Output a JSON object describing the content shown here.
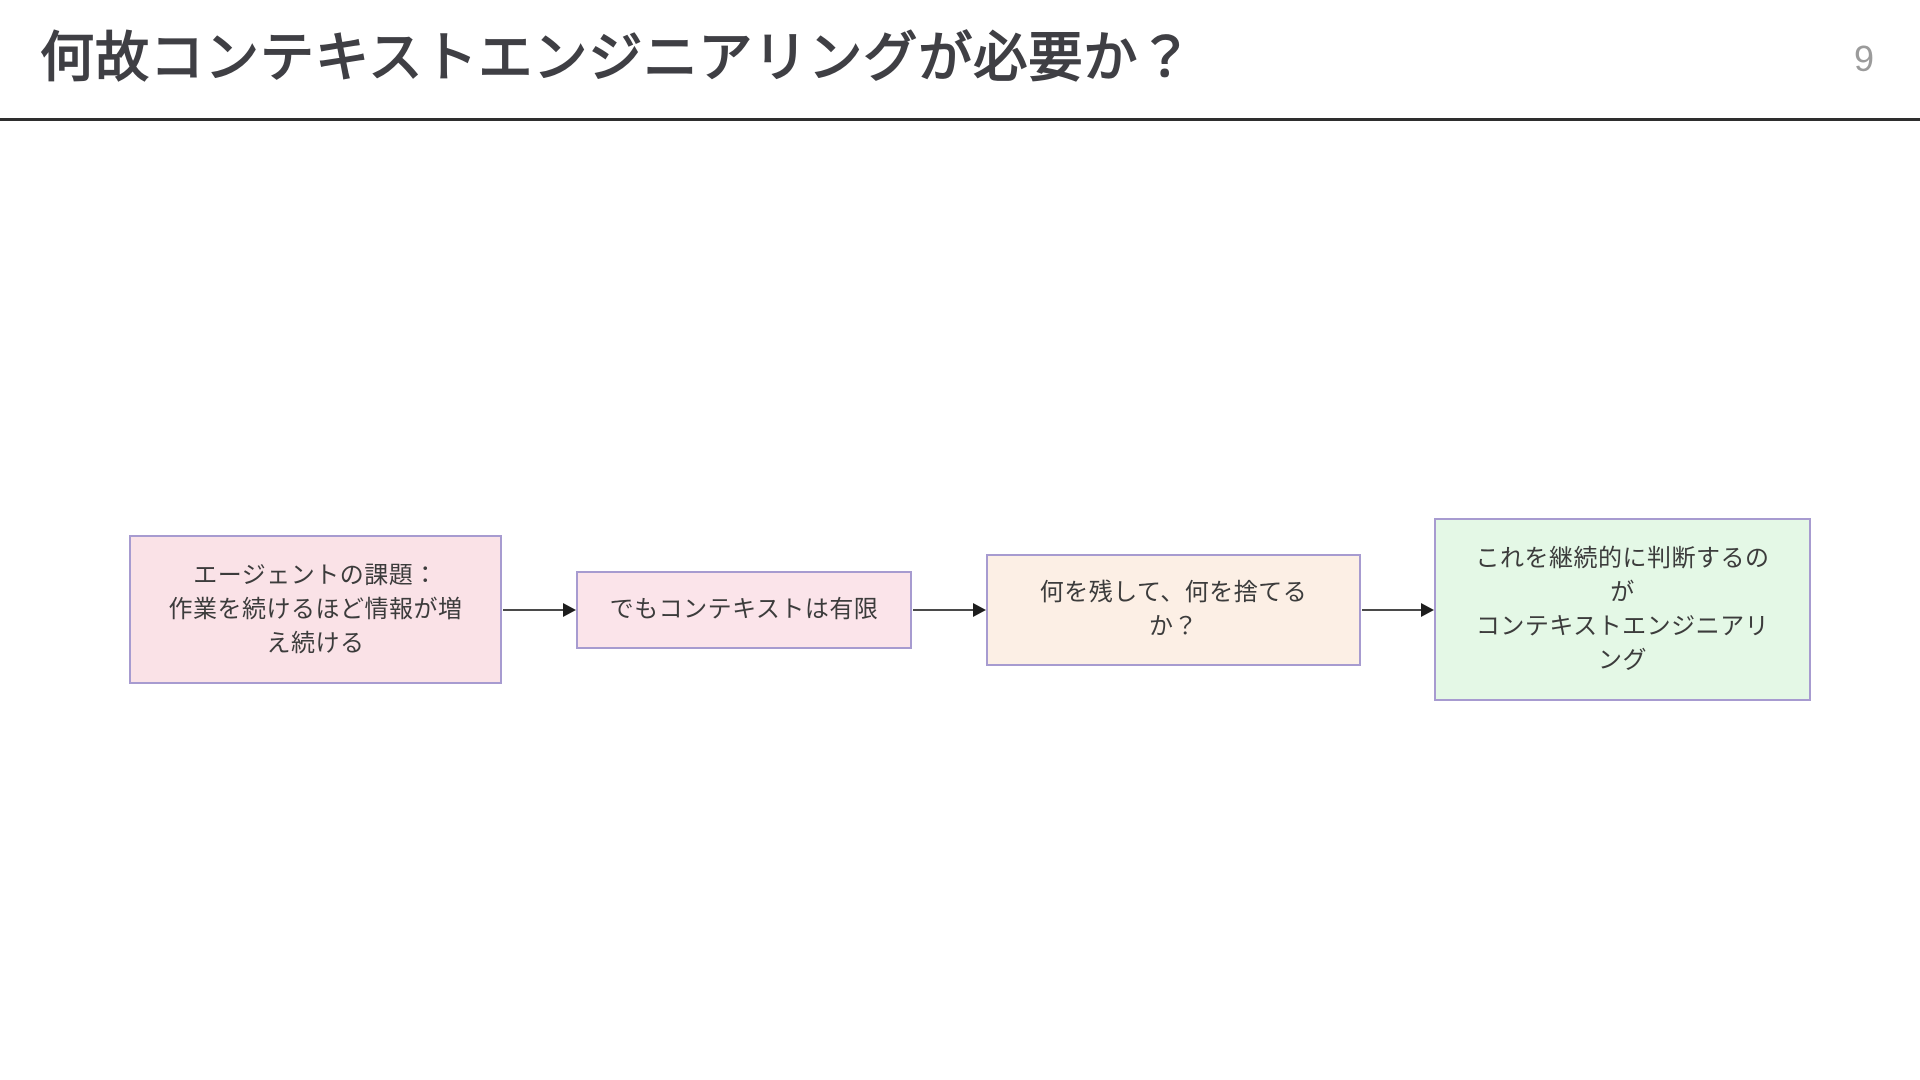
{
  "slide": {
    "title": "何故コンテキストエンジニアリングが必要か？",
    "page_number": "9"
  },
  "flowchart": {
    "nodes": [
      {
        "name": "agent-challenge",
        "text": "エージェントの課題：\n作業を続けるほど情報が増\nえ続ける",
        "fill": "#fae2e7"
      },
      {
        "name": "context-limit",
        "text": "でもコンテキストは有限",
        "fill": "#fbe4ea"
      },
      {
        "name": "keep-or-discard",
        "text": "何を残して、何を捨てる\nか？",
        "fill": "#fcefe5"
      },
      {
        "name": "context-engineering",
        "text": "これを継続的に判断するの\nが\nコンテキストエンジニアリ\nング",
        "fill": "#e4f8e6"
      }
    ]
  },
  "colors": {
    "title_text": "#3f3f44",
    "page_number": "#9b9b9b",
    "divider": "#2e2e2e",
    "node_border": "#a79bd0",
    "node_text": "#3c3c3c",
    "arrow_line": "#4a4a4a",
    "arrow_head": "#1d1d1d"
  }
}
